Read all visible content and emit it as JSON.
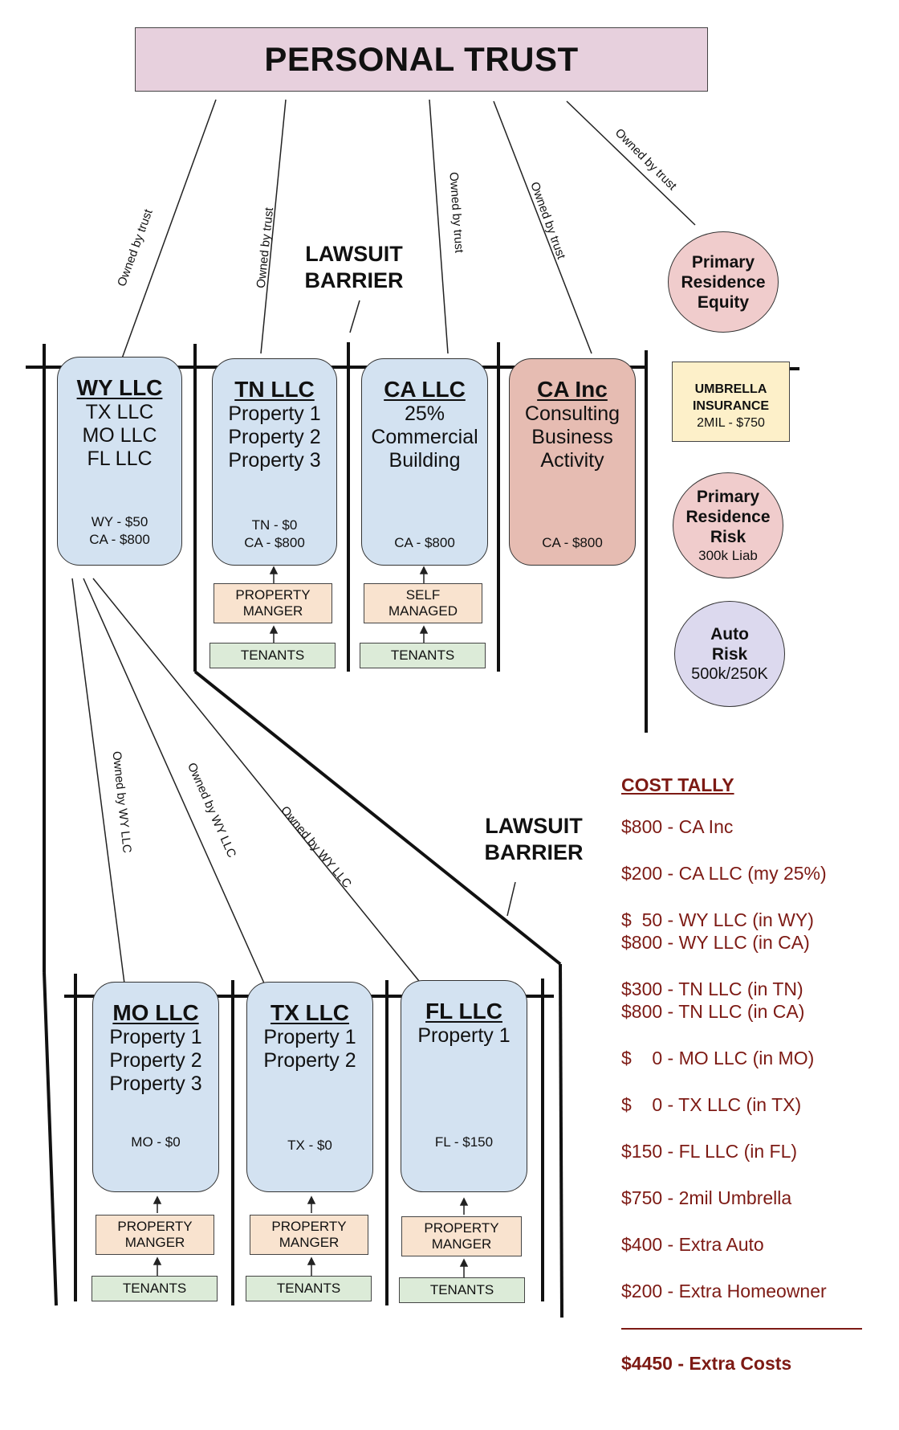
{
  "title": "PERSONAL TRUST",
  "barrier_label": [
    "LAWSUIT",
    "BARRIER"
  ],
  "ownership_labels": {
    "trust": "Owned by trust",
    "wy": "Owned by  WY LLC"
  },
  "top_entities": [
    {
      "name": "WY LLC",
      "lines": [
        "TX LLC",
        "MO LLC",
        "FL LLC"
      ],
      "fees": [
        "WY - $50",
        "CA - $800"
      ]
    },
    {
      "name": "TN LLC",
      "lines": [
        "Property 1",
        "Property 2",
        "Property 3"
      ],
      "fees": [
        "TN - $0",
        "CA - $800"
      ],
      "manager": [
        "PROPERTY",
        "MANGER"
      ],
      "tenants": "TENANTS"
    },
    {
      "name": "CA LLC",
      "lines": [
        "25%",
        "Commercial",
        "Building"
      ],
      "fees": [
        "CA - $800"
      ],
      "manager": [
        "SELF",
        "MANAGED"
      ],
      "tenants": "TENANTS"
    },
    {
      "name": "CA Inc",
      "lines": [
        "Consulting",
        "Business",
        "Activity"
      ],
      "fees": [
        "CA - $800"
      ]
    }
  ],
  "sub_entities": [
    {
      "name": "MO LLC",
      "lines": [
        "Property 1",
        "Property 2",
        "Property 3"
      ],
      "fees": [
        "MO - $0"
      ],
      "manager": [
        "PROPERTY",
        "MANGER"
      ],
      "tenants": "TENANTS"
    },
    {
      "name": "TX LLC",
      "lines": [
        "Property 1",
        "Property 2"
      ],
      "fees": [
        "TX - $0"
      ],
      "manager": [
        "PROPERTY",
        "MANGER"
      ],
      "tenants": "TENANTS"
    },
    {
      "name": "FL LLC",
      "lines": [
        "Property 1"
      ],
      "fees": [
        "FL - $150"
      ],
      "manager": [
        "PROPERTY",
        "MANGER"
      ],
      "tenants": "TENANTS"
    }
  ],
  "primary_equity": [
    "Primary",
    "Residence",
    "Equity"
  ],
  "umbrella": [
    "UMBRELLA",
    "INSURANCE",
    "2MIL - $750"
  ],
  "residence_risk": {
    "lines": [
      "Primary",
      "Residence",
      "Risk"
    ],
    "detail": "300k Liab"
  },
  "auto_risk": {
    "lines": [
      "Auto",
      "Risk"
    ],
    "detail": "500k/250K"
  },
  "cost_tally": {
    "header": "COST TALLY",
    "groups": [
      [
        "$800 - CA Inc"
      ],
      [
        "$200 - CA LLC (my 25%)"
      ],
      [
        "$  50 - WY LLC (in WY)",
        "$800 - WY LLC (in CA)"
      ],
      [
        "$300 - TN LLC (in TN)",
        "$800 - TN LLC (in CA)"
      ],
      [
        "$    0 - MO LLC (in MO)"
      ],
      [
        "$    0 - TX LLC (in TX)"
      ],
      [
        "$150 - FL LLC (in FL)"
      ],
      [
        "$750 - 2mil Umbrella"
      ],
      [
        "$400 - Extra Auto"
      ],
      [
        "$200 - Extra Homeowner"
      ]
    ],
    "total": "$4450 - Extra Costs"
  },
  "colors": {
    "trust": "#e7d0dd",
    "llc": "#d3e2f1",
    "inc": "#e6bcb2",
    "manager": "#f9e3cf",
    "tenants": "#dcebd8",
    "umbrella": "#fdf0c9",
    "residence": "#f0cccc",
    "auto": "#dcd9ee",
    "tally": "#7d1a14"
  }
}
